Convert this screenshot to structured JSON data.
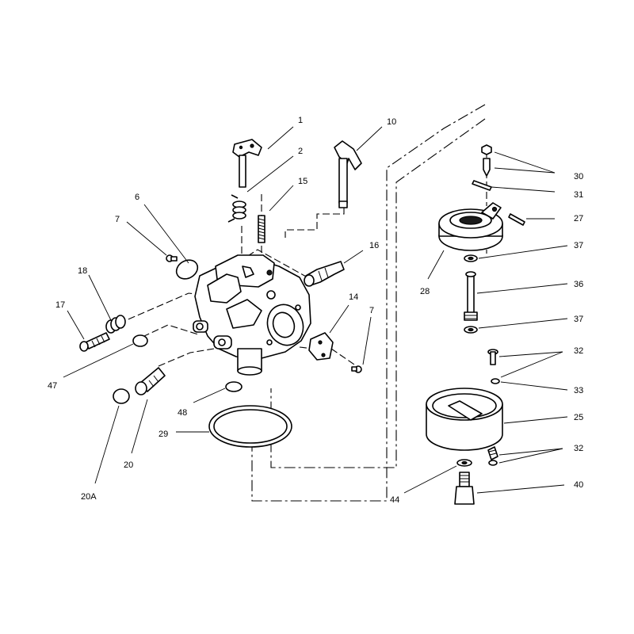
{
  "callouts": [
    "1",
    "2",
    "15",
    "10",
    "6",
    "7",
    "16",
    "18",
    "17",
    "14",
    "7",
    "47",
    "48",
    "20",
    "20A",
    "29",
    "30",
    "31",
    "27",
    "28",
    "37",
    "36",
    "37",
    "32",
    "33",
    "25",
    "32",
    "44",
    "40"
  ]
}
